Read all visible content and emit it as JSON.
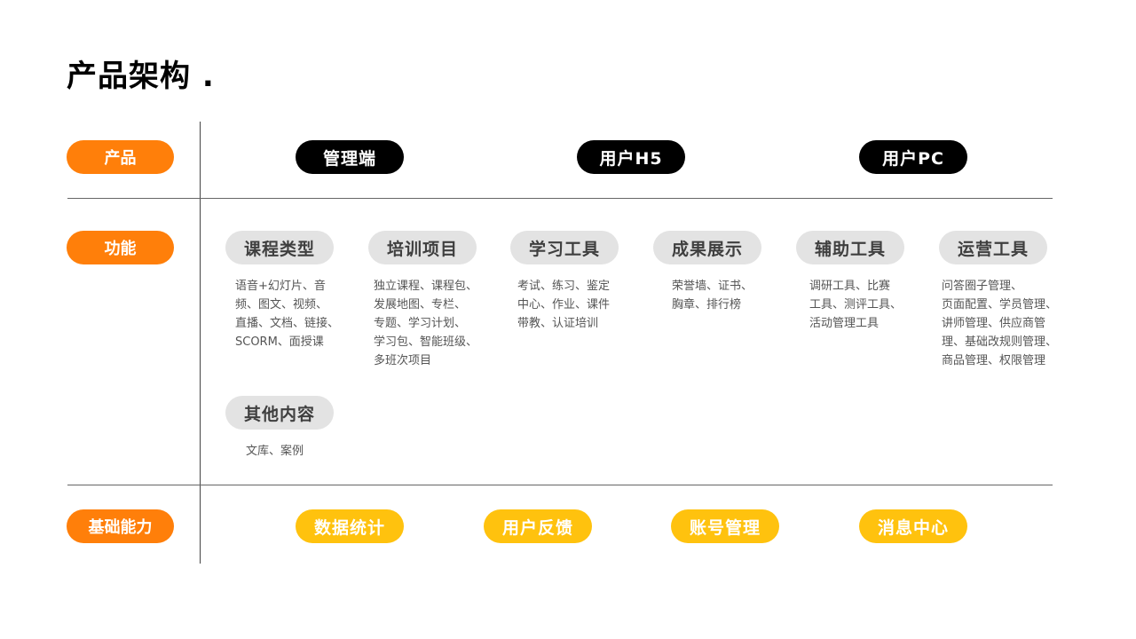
{
  "title": "产品架构 .",
  "rows": {
    "product": "产品",
    "function": "功能",
    "foundation": "基础能力"
  },
  "products": [
    "管理端",
    "用户H5",
    "用户PC"
  ],
  "features": [
    {
      "name": "课程类型",
      "desc": [
        "语音+幻灯片、音",
        "频、图文、视频、",
        "直播、文档、链接、",
        "SCORM、面授课"
      ]
    },
    {
      "name": "培训项目",
      "desc": [
        "独立课程、课程包、",
        "发展地图、专栏、",
        "专题、学习计划、",
        "学习包、智能班级、",
        "多班次项目"
      ]
    },
    {
      "name": "学习工具",
      "desc": [
        "考试、练习、鉴定",
        "中心、作业、课件",
        "带教、认证培训"
      ]
    },
    {
      "name": "成果展示",
      "desc": [
        "荣誉墙、证书、",
        "胸章、排行榜"
      ]
    },
    {
      "name": "辅助工具",
      "desc": [
        "调研工具、比赛",
        "工具、测评工具、",
        "活动管理工具"
      ]
    },
    {
      "name": "运营工具",
      "desc": [
        "问答圈子管理、",
        "页面配置、学员管理、",
        "讲师管理、供应商管",
        "理、基础改规则管理、",
        "商品管理、权限管理"
      ]
    },
    {
      "name": "其他内容",
      "desc": [
        "文库、案例"
      ]
    }
  ],
  "foundations": [
    "数据统计",
    "用户反馈",
    "账号管理",
    "消息中心"
  ],
  "colors": {
    "row_label": "#ff7f0a",
    "product_pill": "#000000",
    "feature_pill": "#e3e3e3",
    "foundation_pill": "#ffc20e"
  }
}
